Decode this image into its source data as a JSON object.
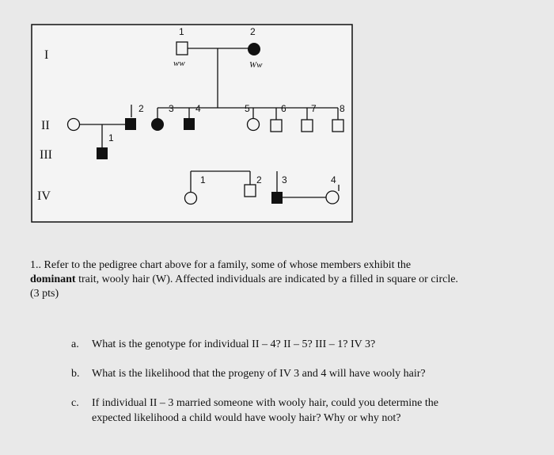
{
  "pedigree": {
    "generations": [
      "I",
      "II",
      "III",
      "IV"
    ],
    "individual_numbers": {
      "gen1": [
        "1",
        "2"
      ],
      "gen2": [
        "2",
        "3",
        "4",
        "5",
        "6",
        "7",
        "8"
      ],
      "gen3": [
        "1"
      ],
      "gen4": [
        "1",
        "2",
        "3",
        "4"
      ]
    },
    "genotypes": {
      "I1": "ww",
      "I2": "Ww"
    }
  },
  "question": {
    "intro_a": "1.. Refer to the pedigree chart above for a family, some of whose members exhibit the",
    "intro_bold": "dominant",
    "intro_b": " trait, wooly hair (W). Affected individuals are indicated by a filled in square or circle.",
    "intro_pts": "(3 pts)",
    "parts": [
      {
        "letter": "a.",
        "lines": [
          "What is the genotype for individual II – 4?  II – 5?  III – 1?  IV 3?"
        ]
      },
      {
        "letter": "b.",
        "lines": [
          "What is the likelihood that the progeny of IV 3 and 4 will have wooly hair?"
        ]
      },
      {
        "letter": "c.",
        "lines": [
          "If individual II – 3 married someone with wooly hair, could you determine the",
          "expected likelihood a child would have wooly hair?  Why or why not?"
        ]
      }
    ]
  }
}
